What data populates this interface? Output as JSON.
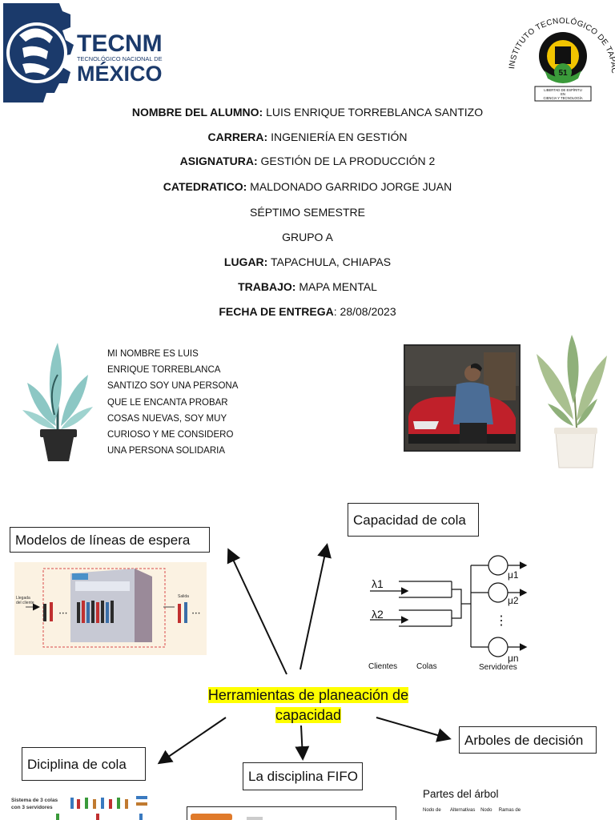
{
  "header": {
    "tecnm": {
      "acronym": "TECNM",
      "subtitle": "TECNOLÓGICO NACIONAL DE",
      "country": "MÉXICO"
    },
    "itt": {
      "arc_text": "INSTITUTO TECNOLÓGICO DE TAPACHULA",
      "number": "51",
      "motto_line1": "LIBERTAD DE ESPÍRITU",
      "motto_line2": "EN",
      "motto_line3": "CIENCIA Y TECNOLOGÍA"
    }
  },
  "info": [
    {
      "label": "NOMBRE DEL ALUMNO:",
      "value": " LUIS ENRIQUE TORREBLANCA SANTIZO"
    },
    {
      "label": "CARRERA:",
      "value": " INGENIERÍA EN GESTIÓN"
    },
    {
      "label": "ASIGNATURA:",
      "value": " GESTIÓN DE LA PRODUCCIÓN 2"
    },
    {
      "label": "CATEDRATICO:",
      "value": " MALDONADO GARRIDO JORGE JUAN"
    },
    {
      "label": "",
      "value": "SÉPTIMO SEMESTRE"
    },
    {
      "label": "",
      "value": "GRUPO A"
    },
    {
      "label": "LUGAR:",
      "value": " TAPACHULA, CHIAPAS"
    },
    {
      "label": "TRABAJO:",
      "value": " MAPA MENTAL"
    },
    {
      "label": "FECHA DE ENTREGA",
      "value": ": 28/08/2023"
    }
  ],
  "bio_lines": [
    "MI NOMBRE ES LUIS",
    "ENRIQUE TORREBLANCA",
    "SANTIZO SOY UNA PERSONA",
    "QUE LE ENCANTA PROBAR",
    "COSAS NUEVAS, SOY MUY",
    "CURIOSO Y ME CONSIDERO",
    "UNA PERSONA SOLIDARIA"
  ],
  "mindmap": {
    "center": {
      "line1": "Herramientas de planeación de",
      "line2": "capacidad"
    },
    "boxes": {
      "modelos": "Modelos de líneas de espera",
      "capacidad": "Capacidad de cola",
      "arboles": "Arboles de decisión",
      "diciplina": "Diciplina de cola",
      "fifo": "La disciplina FIFO"
    },
    "queue_diagram": {
      "lambda1": "λ1",
      "lambda2": "λ2",
      "mu1": "μ1",
      "mu2": "μ2",
      "mun": "μn",
      "dots": "⋮",
      "label_clientes": "Clientes",
      "label_colas": "Colas",
      "label_servidores": "Servidores"
    },
    "waiting_illustration": {
      "llegada_line1": "Llegada",
      "llegada_line2": "del cliente",
      "salida": "Salida",
      "dots": "• • •"
    },
    "colas_illustration": {
      "line1": "Sistema de 3 colas",
      "line2": "con 3 servidores"
    },
    "tree": {
      "title": "Partes del árbol",
      "labels": [
        "Nodo de",
        "Alternativas",
        "Nodo",
        "Ramas de"
      ]
    }
  },
  "colors": {
    "highlight": "#ffff00",
    "tecnm_blue": "#1b3a6b",
    "plant_teal": "#8cc7c4",
    "plant_green": "#8fb07a"
  }
}
